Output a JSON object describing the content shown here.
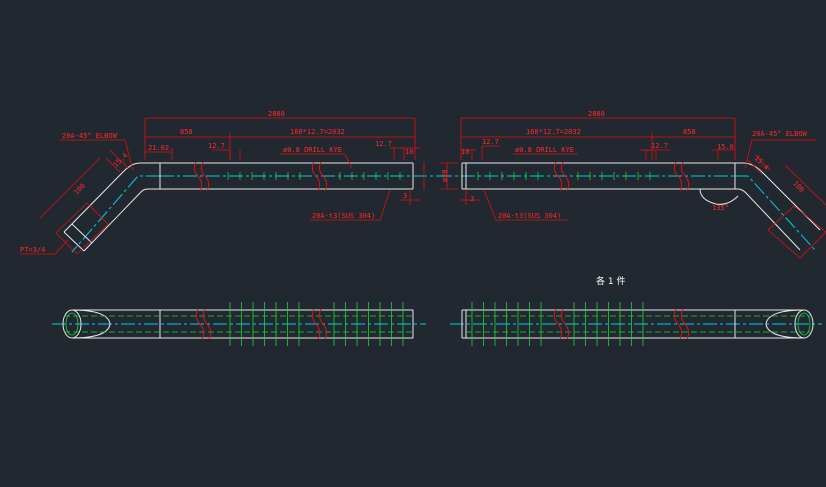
{
  "drawing": {
    "background": "#212830",
    "colors": {
      "dimension": "#ff2a2a",
      "pipe": "#e8e8e8",
      "center": "#00d0e0",
      "hole": "#20d040",
      "note": "#ffffff"
    },
    "left_view": {
      "overall": "2880",
      "straight": "858",
      "holes": "160*12.7=2032",
      "offset_a": "21.02",
      "pitch_a": "12.7",
      "pitch_b": "12.7",
      "end_gap": "10",
      "drill_note": "ø0.8 DRILL KYE",
      "elbow": "20A-45° ELBOW",
      "elbow_len": "15.4",
      "leg": "100",
      "thread": "PT=3/4",
      "pipe_spec": "20A-t3(SUS 304)",
      "wall": "3"
    },
    "right_view": {
      "overall": "2880",
      "straight": "858",
      "holes": "160*12.7=2032",
      "end_gap": "10",
      "pitch_a": "12.7",
      "pitch_b": "12.7",
      "drill_note": "ø0.8 DRILL KYE",
      "elbow": "20A-45° ELBOW",
      "elbow_len": "15.4",
      "offset_a": "15.6",
      "leg": "100",
      "angle": "135°",
      "diameter": "ø28",
      "pipe_spec": "20A-t3(SUS 304)",
      "wall": "3"
    },
    "quantity_note": "各 1 件"
  }
}
